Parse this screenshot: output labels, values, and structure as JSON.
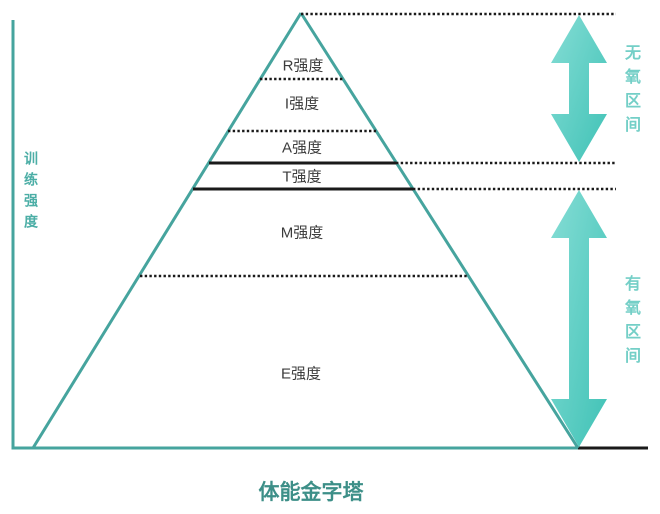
{
  "title": "体能金字塔",
  "axis": {
    "label": "训练强度"
  },
  "pyramid": {
    "levels": [
      {
        "label": "R强度"
      },
      {
        "label": "I强度"
      },
      {
        "label": "A强度"
      },
      {
        "label": "T强度"
      },
      {
        "label": "M强度"
      },
      {
        "label": "E强度"
      }
    ]
  },
  "zones": [
    {
      "label": "无氧区间"
    },
    {
      "label": "有氧区间"
    }
  ],
  "colors": {
    "accent_teal": "#46a49e",
    "arrow_gradient_light": "#85ddd5",
    "arrow_gradient_dark": "#40c2b6",
    "zone_label_teal": "#74cfc7",
    "axis_label_teal": "#4caea6",
    "title_teal": "#3d8f88",
    "level_text": "#3c3c3c",
    "divider_black": "#1a1a1a"
  }
}
